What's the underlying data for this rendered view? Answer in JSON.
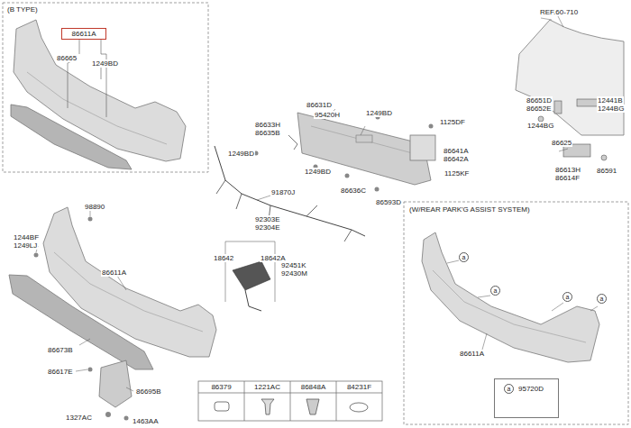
{
  "diagram": {
    "nodes": [
      {
        "text": [
          "(B TYPE)"
        ]
      },
      {
        "text": [
          "86611A"
        ],
        "in": 0
      },
      {
        "text": [
          "(W/REAR PARK'G ASSIST SYSTEM)"
        ]
      },
      {
        "text": [
          "a"
        ],
        "in": 2
      },
      {
        "text": [
          "a"
        ],
        "in": 2
      },
      {
        "text": [
          "a"
        ],
        "in": 2
      },
      {
        "text": [
          "a"
        ],
        "in": 2
      },
      {
        "text": [
          "95720D"
        ],
        "in": 2
      },
      {
        "text": [
          "a"
        ],
        "in": 7
      }
    ],
    "labels": [
      "REF.60-710",
      "86665",
      "1249BD",
      "86651D",
      "86652E",
      "12441B",
      "1244BG",
      "1244BG",
      "86625",
      "86613H",
      "86614F",
      "86591",
      "86631D",
      "86633H",
      "86635B",
      "95420H",
      "1249BD",
      "1125DF",
      "1125KF",
      "86641A",
      "86642A",
      "1249BD",
      "1249BD",
      "86636C",
      "86593D",
      "91870J",
      "92303E",
      "92304E",
      "18642",
      "18642A",
      "92451K",
      "92430M",
      "98890",
      "1244BF",
      "1249LJ",
      "86611A",
      "86673B",
      "86617E",
      "86695B",
      "1327AC",
      "1463AA",
      "86611A",
      "86379",
      "1221AC",
      "86848A",
      "84231F"
    ]
  }
}
